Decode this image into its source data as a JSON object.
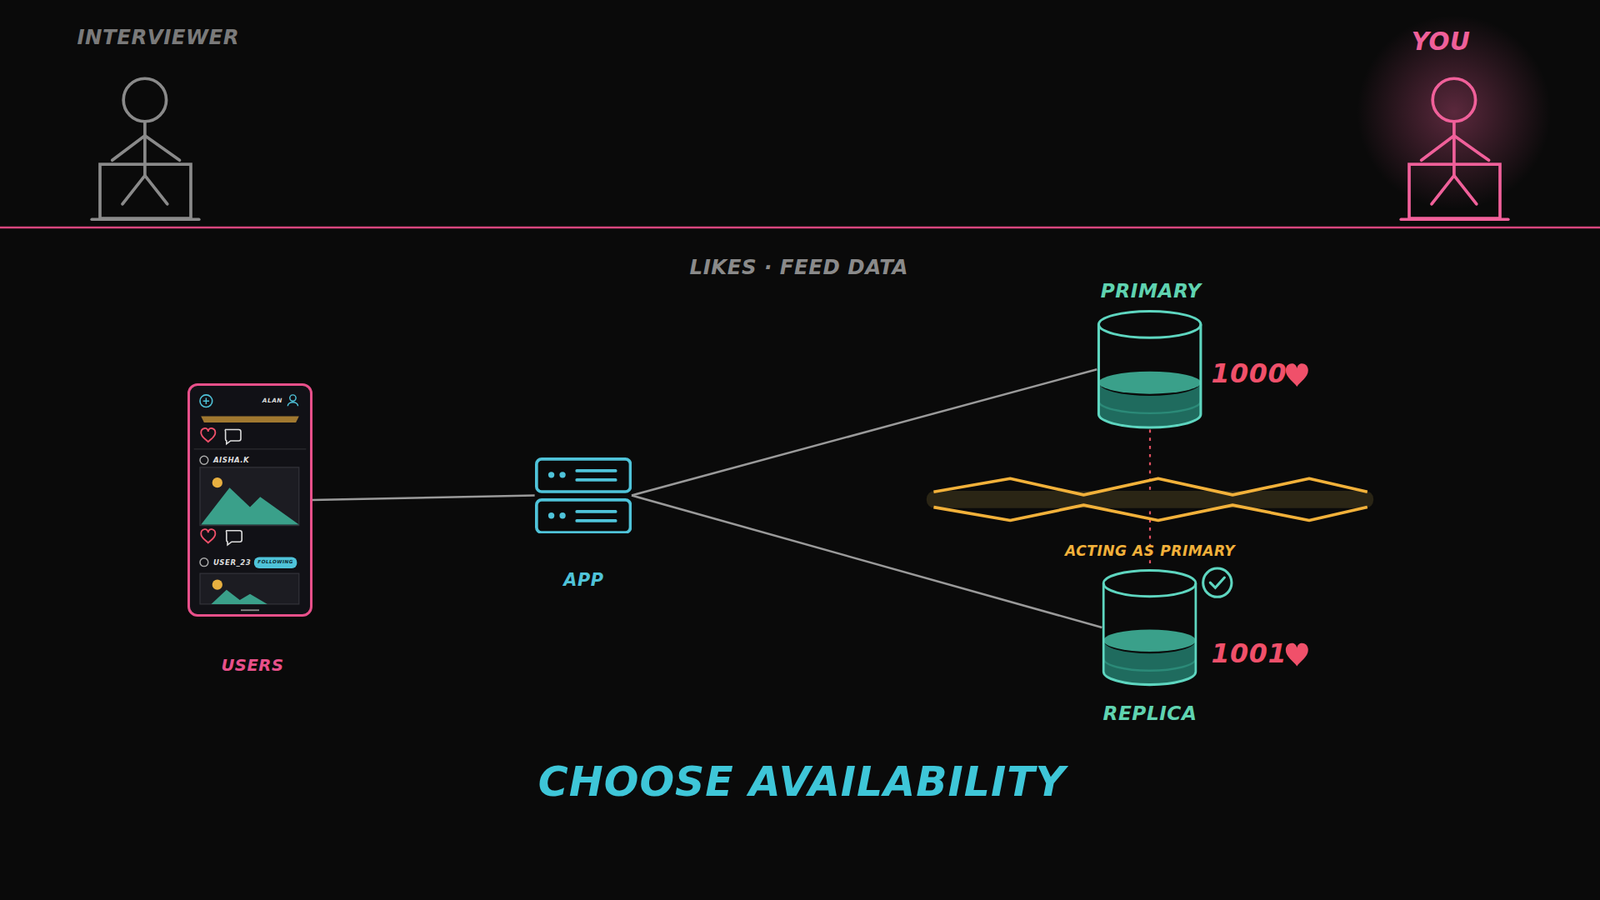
{
  "diagram": {
    "caption": "CHOOSE AVAILABILITY",
    "nodes": [
      {
        "text": [
          "USERS"
        ]
      },
      {
        "text": [
          "APP"
        ]
      },
      {
        "text": [
          "PRIMARY",
          "1000"
        ]
      },
      {
        "text": [
          "REPLICA",
          "1001"
        ]
      }
    ],
    "edges": [
      {
        "from": 0,
        "to": 1,
        "arrow": "none"
      },
      {
        "from": 1,
        "to": 2,
        "arrow": "none"
      },
      {
        "from": 1,
        "to": 3,
        "arrow": "none"
      }
    ],
    "labels": [
      "INTERVIEWER",
      "YOU",
      "LIKES · FEED DATA",
      "ALAN",
      "AISHA.K",
      "USER_23",
      "FOLLOWING",
      "ACTING AS PRIMARY"
    ]
  }
}
